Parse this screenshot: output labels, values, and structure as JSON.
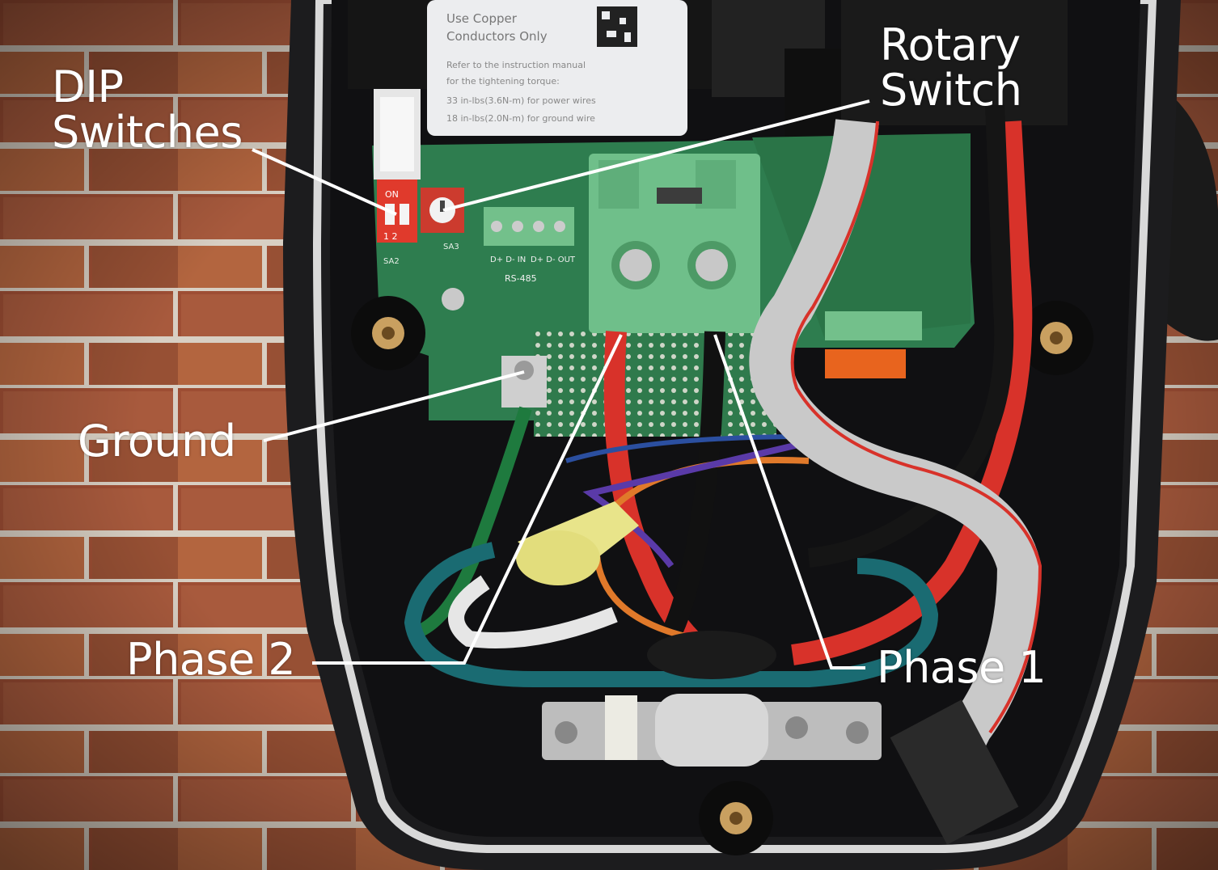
{
  "annotations": {
    "dip": {
      "line1": "DIP",
      "line2": "Switches"
    },
    "rotary": {
      "line1": "Rotary",
      "line2": "Switch"
    },
    "ground": "Ground",
    "phase2": "Phase 2",
    "phase1": "Phase 1"
  },
  "board_text": {
    "sticker_line1": "Use Copper",
    "sticker_line2": "Conductors Only",
    "sticker_line3": "Refer to the instruction manual",
    "sticker_line4": "for the tightening torque:",
    "sticker_line5": "33 in-lbs(3.6N-m) for power wires",
    "sticker_line6": "18 in-lbs(2.0N-m) for ground wire",
    "dip_on": "ON",
    "dip_nums": "1 2",
    "sa2": "SA2",
    "sa3": "SA3",
    "rs485": "RS-485",
    "dplus_in": "D+ D- IN",
    "dplus_out": "D+ D- OUT"
  },
  "colors": {
    "brick": "#a8553a",
    "mortar": "#d9cfc2",
    "enclosure": "#1c1c1e",
    "pcb": "#2e7d4f",
    "terminal": "#6fbf8a",
    "wire_red": "#d8322a",
    "wire_black": "#111111",
    "wire_green": "#1e7a3e",
    "wire_teal": "#1a6b72",
    "wire_white": "#e6e6e6",
    "ribbon": "#c9c9c9",
    "label": "#ffffff"
  }
}
